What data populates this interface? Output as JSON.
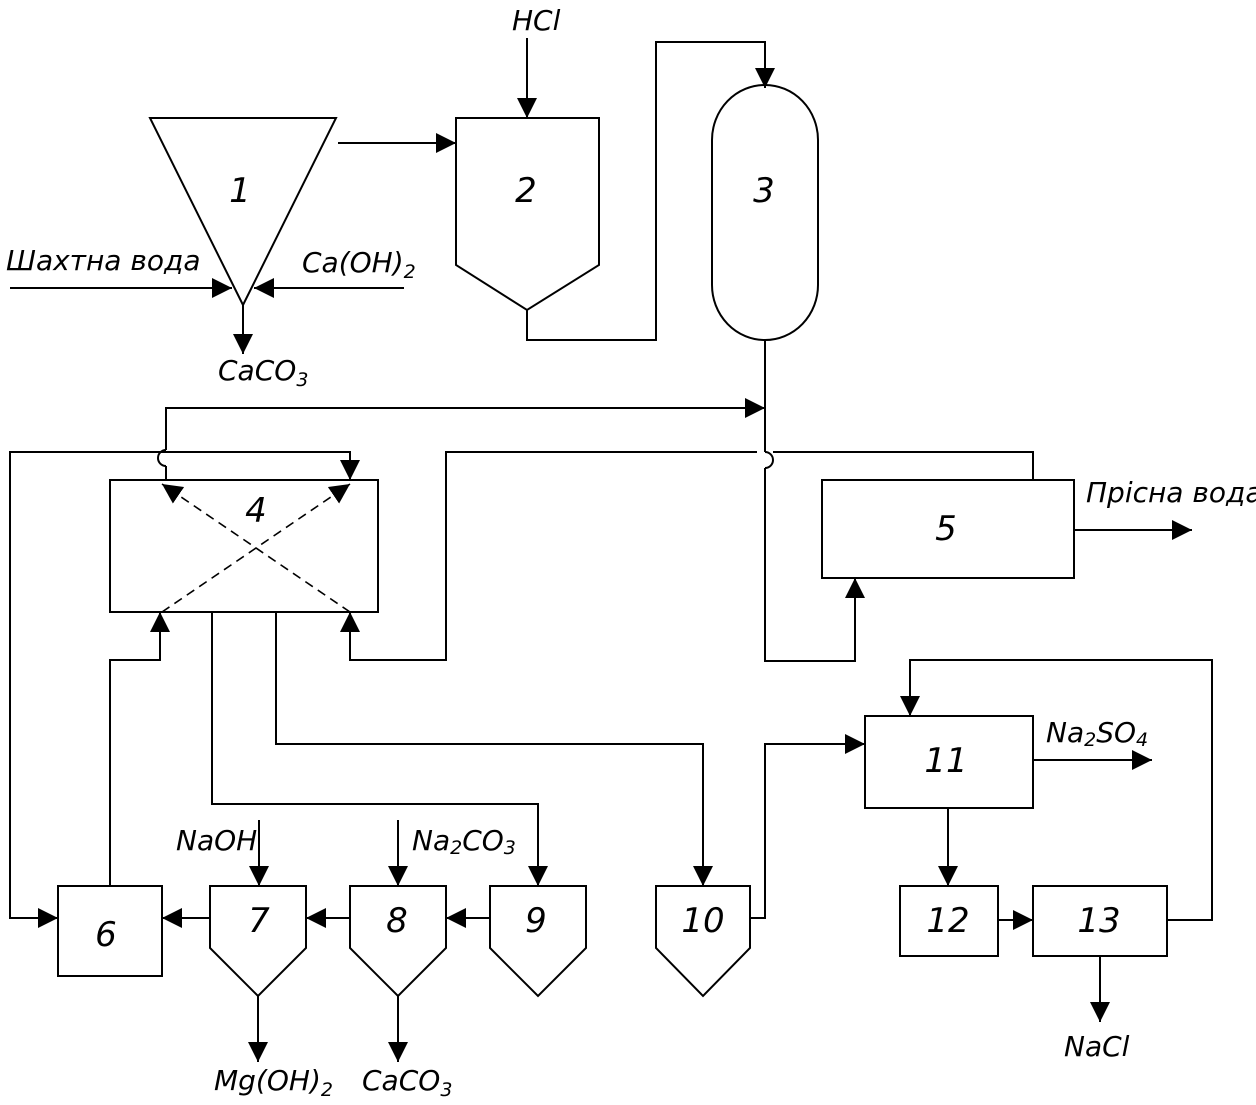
{
  "units": {
    "u1": "1",
    "u2": "2",
    "u3": "3",
    "u4": "4",
    "u5": "5",
    "u6": "6",
    "u7": "7",
    "u8": "8",
    "u9": "9",
    "u10": "10",
    "u11": "11",
    "u12": "12",
    "u13": "13"
  },
  "streams": {
    "mine_water": "Шахтна вода",
    "lime": {
      "main": "Ca(OH)",
      "sub": "2"
    },
    "caco3_top": {
      "main": "CaCO",
      "sub": "3"
    },
    "hcl": "HCl",
    "fresh_water": "Прісна вода",
    "naoh": "NaOH",
    "na2co3": {
      "a": "Na",
      "b": "2",
      "c": "CO",
      "d": "3"
    },
    "mgoh2": {
      "main": "Mg(OH)",
      "sub": "2"
    },
    "caco3_bottom": {
      "main": "CaCO",
      "sub": "3"
    },
    "na2so4": {
      "a": "Na",
      "b": "2",
      "c": "SO",
      "d": "4"
    },
    "nacl": "NaCl"
  }
}
